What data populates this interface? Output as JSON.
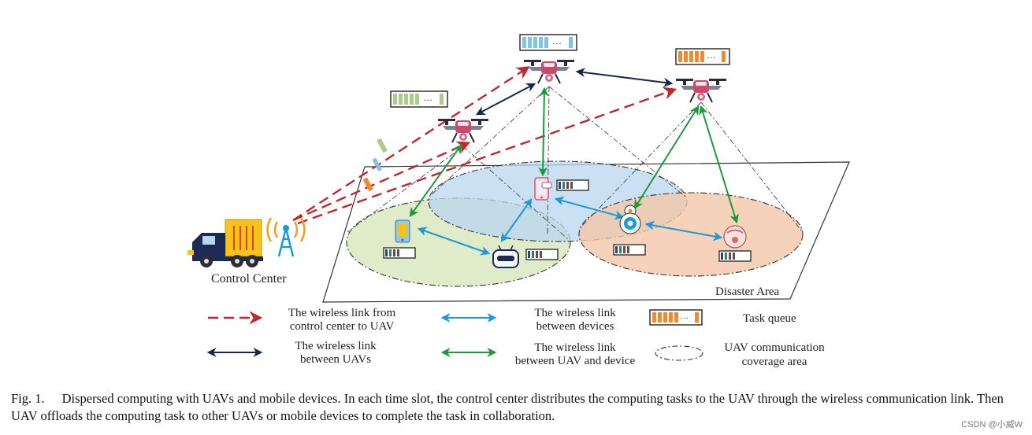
{
  "diagram": {
    "control_center_label": "Control Center",
    "disaster_area_label": "Disaster Area",
    "queue_dots": "···",
    "legend": {
      "cc_to_uav": [
        "The wireless link from",
        "control center to UAV"
      ],
      "between_devices": [
        "The wireless link",
        "between devices"
      ],
      "task_queue": "Task queue",
      "between_uavs": [
        "The wireless link",
        "between UAVs"
      ],
      "uav_device": [
        "The wireless link",
        "between UAV and device"
      ],
      "coverage": [
        "UAV communication",
        "coverage area"
      ]
    }
  },
  "caption": {
    "fig_number": "Fig. 1.",
    "text": "Dispersed computing with UAVs and mobile devices. In each time slot, the control center distributes the computing tasks to the UAV through the wireless communication link. Then UAV offloads the computing task to other UAVs or mobile devices to complete the task in collaboration."
  },
  "watermark": "CSDN @小威W",
  "colors": {
    "cc_link": "#c0282d",
    "uav_link": "#14284b",
    "device_link": "#1a9ad6",
    "uav_device_link": "#1a9a3a",
    "coverage_left": "#dbe9c0",
    "coverage_center": "#b9d6ef",
    "coverage_right": "#f2c7a8",
    "queue_orange": "#f08a2c",
    "queue_blue": "#7fc4e0",
    "queue_green": "#a9cd8a",
    "truck_yellow": "#f7c21b",
    "truck_cab": "#1d2a55"
  }
}
